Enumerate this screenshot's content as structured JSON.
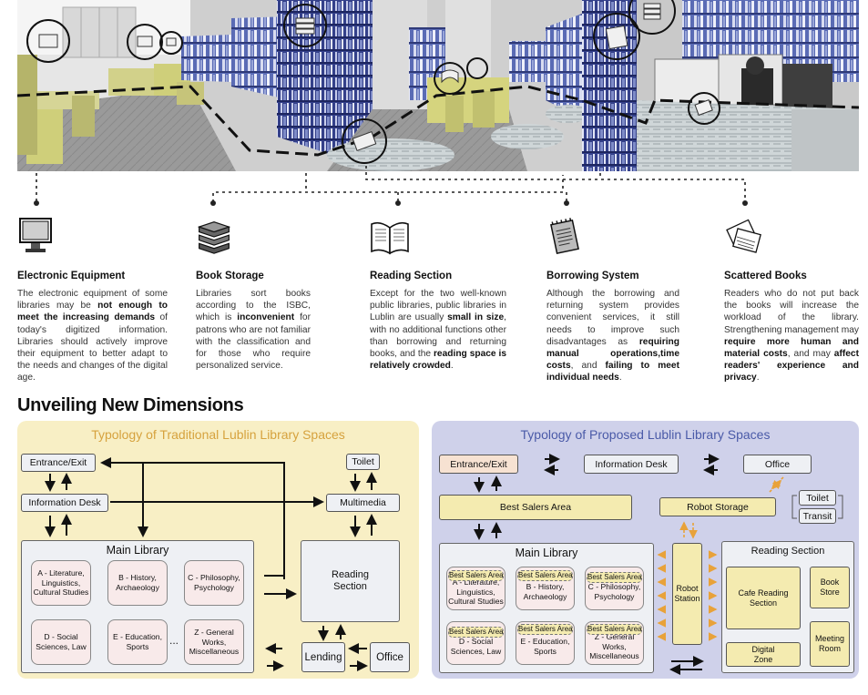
{
  "categories": [
    {
      "id": "electronic",
      "title": "Electronic Equipment",
      "icon": "monitor-icon",
      "body_html": "The electronic equipment of some libraries may be <b>not enough to meet the increasing demands</b> of today's digitized information. Libraries should actively improve their equipment to better adapt to the needs and changes of the digital age."
    },
    {
      "id": "storage",
      "title": "Book Storage",
      "icon": "book-stack-icon",
      "body_html": "Libraries sort books according to the ISBC, which is <b>inconvenient</b> for patrons who are not familiar with the classification and for those who require personalized service."
    },
    {
      "id": "reading",
      "title": "Reading Section",
      "icon": "open-book-icon",
      "body_html": "Except for the two well-known public libraries, public libraries in Lublin are usually <b>small in size</b>, with no additional functions other than borrowing and returning books, and the <b>reading space is relatively crowded</b>."
    },
    {
      "id": "borrowing",
      "title": "Borrowing System",
      "icon": "notepad-icon",
      "body_html": "Although the borrowing and returning system provides convenient services, it still needs to improve such disadvantages as <b>requiring manual operations,time costs</b>, and <b>failing to meet individual needs</b>."
    },
    {
      "id": "scattered",
      "title": "Scattered Books",
      "icon": "scattered-books-icon",
      "body_html": "Readers who do not put back the books will increase the workload of the library. Strengthening management may <b>require more human and material costs</b>, and may <b>affect readers' experience and privacy</b>."
    }
  ],
  "section_heading": "Unveiling New Dimensions",
  "traditional": {
    "title": "Typology of Traditional Lublin Library Spaces",
    "entrance": "Entrance/Exit",
    "info_desk": "Information Desk",
    "toilet": "Toilet",
    "multimedia": "Multimedia",
    "main_library": "Main Library",
    "reading": "Reading\nSection",
    "lending": "Lending",
    "office": "Office",
    "ellipsis": "...",
    "collections": [
      "A - Literature, Linguistics, Cultural Studies",
      "B - History, Archaeology",
      "C - Philosophy, Psychology",
      "D - Social Sciences, Law",
      "E - Education, Sports",
      "Z - General Works, Miscellaneous"
    ]
  },
  "proposed": {
    "title": "Typology of Proposed  Lublin Library Spaces",
    "entrance": "Entrance/Exit",
    "info_desk": "Information Desk",
    "office": "Office",
    "best_sellers": "Best Salers Area",
    "robot_storage": "Robot Storage",
    "toilet": "Toilet",
    "transit": "Transit",
    "main_library": "Main Library",
    "robot_station": "Robot\nStation",
    "reading": "Reading  Section",
    "tag": "Best Salers Area",
    "collections": [
      "A - Literature, Linguistics, Cultural Studies",
      "B - History, Archaeology",
      "C - Philosophy, Psychology",
      "D - Social Sciences, Law",
      "E - Education, Sports",
      "Z - General Works, Miscellaneous"
    ],
    "cafe": "Cafe Reading Section",
    "bookstore": "Book Store",
    "digital": "Digital Zone",
    "meeting": "Meeting Room"
  },
  "colors": {
    "trad_panel": "#f8efc5",
    "prop_panel": "#cfd1ea",
    "box_fill": "#eef0f4",
    "yellow_box": "#f4ebb0",
    "entrance_fill": "#f7e2d2",
    "orange_arrow": "#e8a23a",
    "blue_tint": "#4a5aa8",
    "yellow_tint": "#cfcf7a"
  }
}
